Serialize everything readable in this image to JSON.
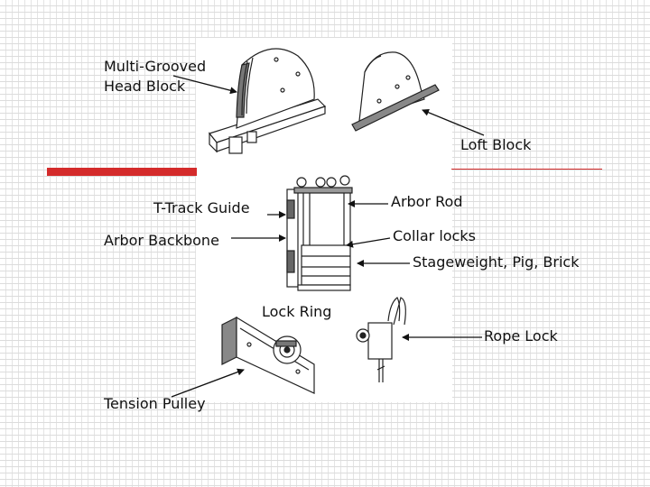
{
  "labels": {
    "head_block": [
      "Multi-Grooved",
      "Head Block"
    ],
    "loft_block": "Loft Block",
    "t_track_guide": "T-Track Guide",
    "arbor_rod": "Arbor Rod",
    "arbor_backbone": "Arbor Backbone",
    "collar_locks": "Collar locks",
    "stageweight": "Stageweight, Pig, Brick",
    "lock_ring": "Lock Ring",
    "rope_lock": "Rope Lock",
    "tension_pulley": "Tension Pulley"
  },
  "colors": {
    "accent": "#d42b2b",
    "ink": "#111111",
    "line_art": "#222222"
  }
}
